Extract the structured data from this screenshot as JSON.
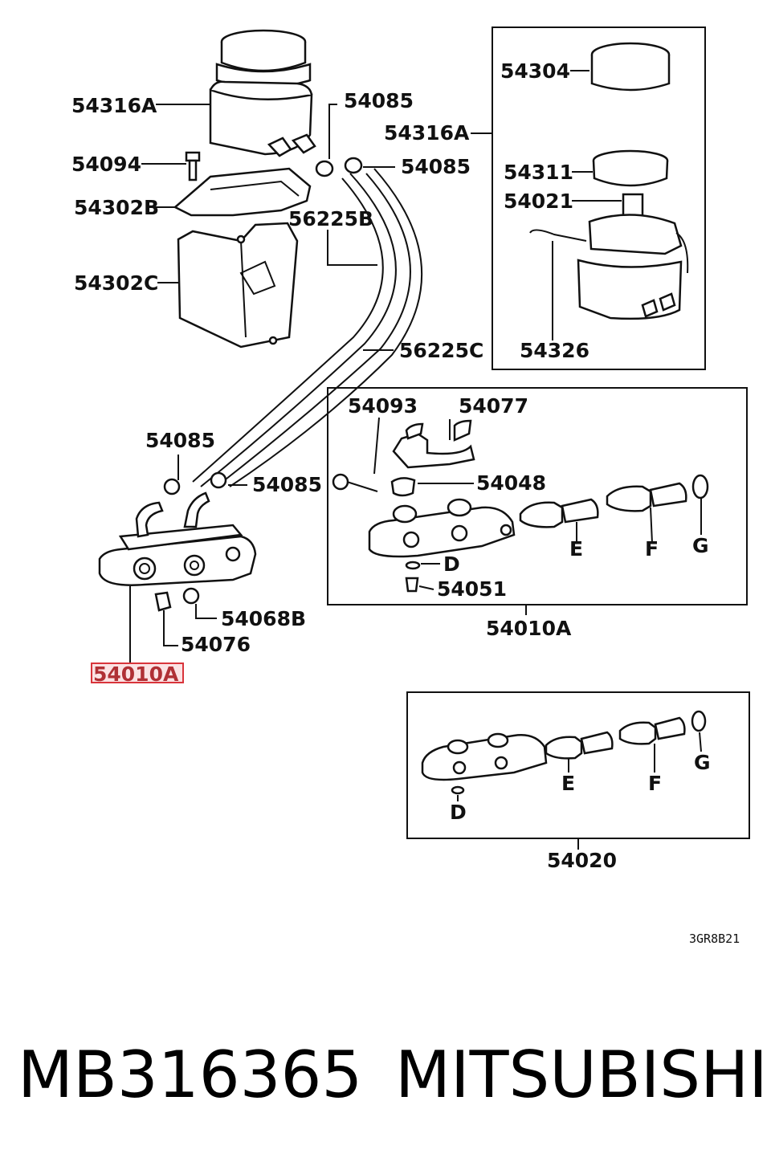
{
  "callouts": {
    "c_54316A_left": "54316A",
    "c_54085_top": "54085",
    "c_54094": "54094",
    "c_54085_mid": "54085",
    "c_54302B": "54302B",
    "c_56225B": "56225B",
    "c_54302C": "54302C",
    "c_56225C": "56225C",
    "c_54085_low1": "54085",
    "c_54085_low2": "54085",
    "c_54068B": "54068B",
    "c_54076": "54076",
    "c_54010A_highlight": "54010A",
    "c_54316A_right": "54316A",
    "c_54304": "54304",
    "c_54311": "54311",
    "c_54021": "54021",
    "c_54326": "54326",
    "c_54093": "54093",
    "c_54077": "54077",
    "c_54048": "54048",
    "c_D1": "D",
    "c_54051": "54051",
    "c_E1": "E",
    "c_F1": "F",
    "c_G1": "G",
    "c_54010A_box": "54010A",
    "c_D2": "D",
    "c_E2": "E",
    "c_F2": "F",
    "c_G2": "G",
    "c_54020": "54020"
  },
  "diagram_code": "3GR8B21",
  "footer": {
    "part_number": "MB316365",
    "brand": "MITSUBISHI"
  },
  "colors": {
    "highlight": "#d9343b",
    "highlight_fill": "#fbe3e4",
    "line": "#111111"
  }
}
